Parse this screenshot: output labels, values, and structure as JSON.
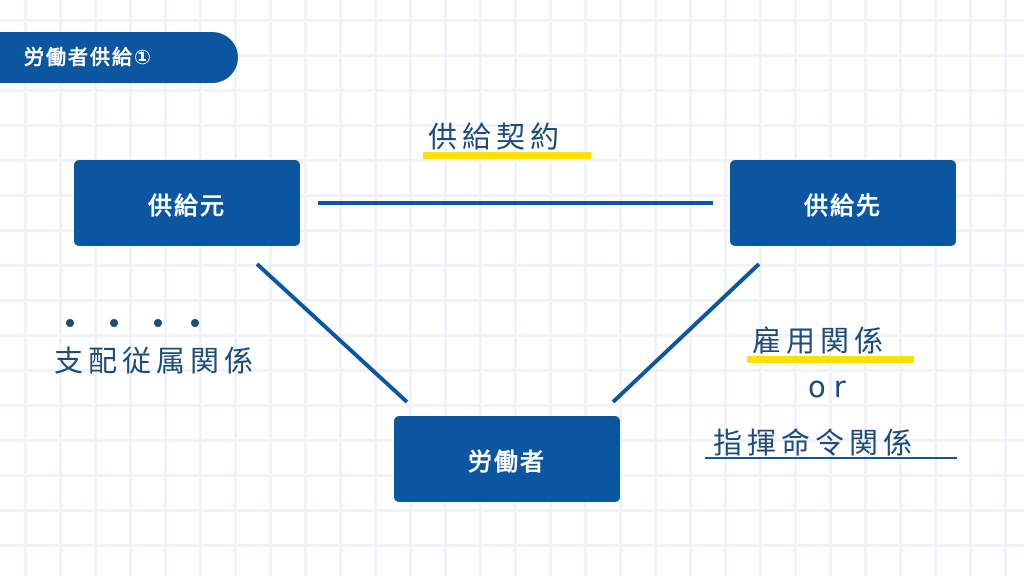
{
  "title": "労働者供給①",
  "nodes": {
    "supplier": "供給元",
    "recipient": "供給先",
    "worker": "労働者"
  },
  "labels": {
    "contract": "供給契約",
    "domination": "支配従属関係",
    "employment": "雇用関係",
    "or": "or",
    "command": "指揮命令関係"
  },
  "colors": {
    "primary": "#0a56a0",
    "highlight": "#ffe100",
    "text": "#1e4c78"
  }
}
